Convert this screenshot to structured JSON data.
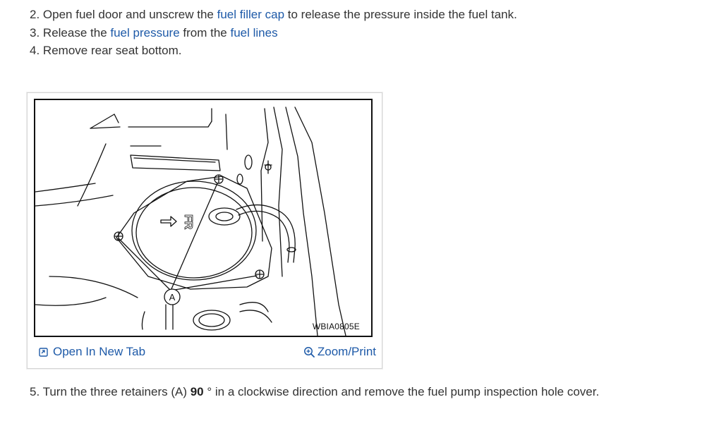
{
  "steps_top": [
    {
      "num": "2.",
      "parts": [
        {
          "text": "Open fuel door and unscrew the ",
          "link": false
        },
        {
          "text": "fuel filler cap",
          "link": true
        },
        {
          "text": " to release the pressure inside the fuel tank.",
          "link": false
        }
      ]
    },
    {
      "num": "3.",
      "parts": [
        {
          "text": "Release the ",
          "link": false
        },
        {
          "text": "fuel pressure",
          "link": true
        },
        {
          "text": " from the ",
          "link": false
        },
        {
          "text": "fuel lines",
          "link": true
        }
      ]
    },
    {
      "num": "4.",
      "parts": [
        {
          "text": "Remove rear seat bottom.",
          "link": false
        }
      ]
    }
  ],
  "figure": {
    "code": "WBIA0805E",
    "callout": "A",
    "stamp": "FR",
    "open_tab_label": "Open In New Tab",
    "zoom_label": "Zoom/Print",
    "open_tab_icon": "open-in-new-tab-icon",
    "zoom_icon": "zoom-in-icon"
  },
  "step5": {
    "prefix": "5. Turn the three retainers (A) ",
    "bold": "90",
    "suffix": " ° in a clockwise direction and remove the fuel pump inspection hole cover."
  },
  "colors": {
    "link": "#1e5aa8",
    "text": "#333333"
  }
}
